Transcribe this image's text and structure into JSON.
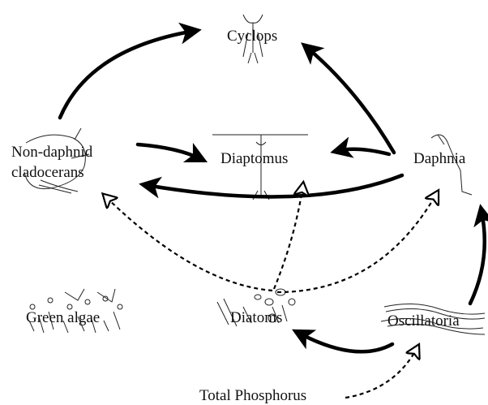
{
  "nodes": {
    "cyclops": "Cyclops",
    "diaptomus": "Diaptomus",
    "daphnia": "Daphnia",
    "non_daphnid_line1": "Non-daphnid",
    "non_daphnid_line2": "cladocerans",
    "green_algae": "Green algae",
    "diatoms": "Diatoms",
    "oscillatoria": "Oscillatoria",
    "total_phosphorus": "Total Phosphorus"
  },
  "edges": [
    {
      "from": "Non-daphnid cladocerans",
      "to": "Cyclops",
      "style": "solid"
    },
    {
      "from": "Non-daphnid cladocerans",
      "to": "Diaptomus",
      "style": "solid"
    },
    {
      "from": "Daphnia",
      "to": "Cyclops",
      "style": "solid"
    },
    {
      "from": "Daphnia",
      "to": "Diaptomus",
      "style": "solid"
    },
    {
      "from": "Daphnia",
      "to": "Non-daphnid cladocerans",
      "style": "solid"
    },
    {
      "from": "Oscillatoria",
      "to": "Daphnia",
      "style": "solid"
    },
    {
      "from": "Oscillatoria",
      "to": "Diatoms",
      "style": "solid"
    },
    {
      "from": "Diatoms",
      "to": "Non-daphnid cladocerans",
      "style": "dashed"
    },
    {
      "from": "Diatoms",
      "to": "Diaptomus",
      "style": "dashed"
    },
    {
      "from": "Diatoms",
      "to": "Daphnia",
      "style": "dashed"
    },
    {
      "from": "Total Phosphorus",
      "to": "Oscillatoria",
      "style": "dashed"
    }
  ]
}
